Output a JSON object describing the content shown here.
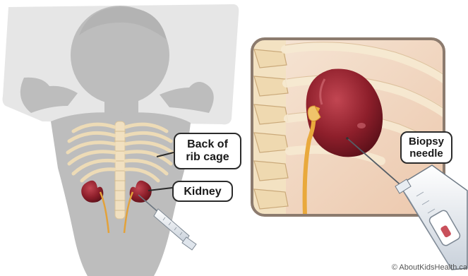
{
  "labels": {
    "back_of_rib_cage": [
      "Back of",
      "rib cage"
    ],
    "kidney": "Kidney",
    "biopsy_needle": [
      "Biopsy",
      "needle"
    ]
  },
  "copyright": "© AboutKidsHealth.ca",
  "colors": {
    "body_silhouette": "#bcbcbc",
    "kidney": "#8e1f2b",
    "ribs": "#efdcb8",
    "ureter": "#e3a23a",
    "inset_border": "#8c7b6e",
    "inset_bg": "#f1d9c4",
    "pillow": "#e4e4e4"
  }
}
